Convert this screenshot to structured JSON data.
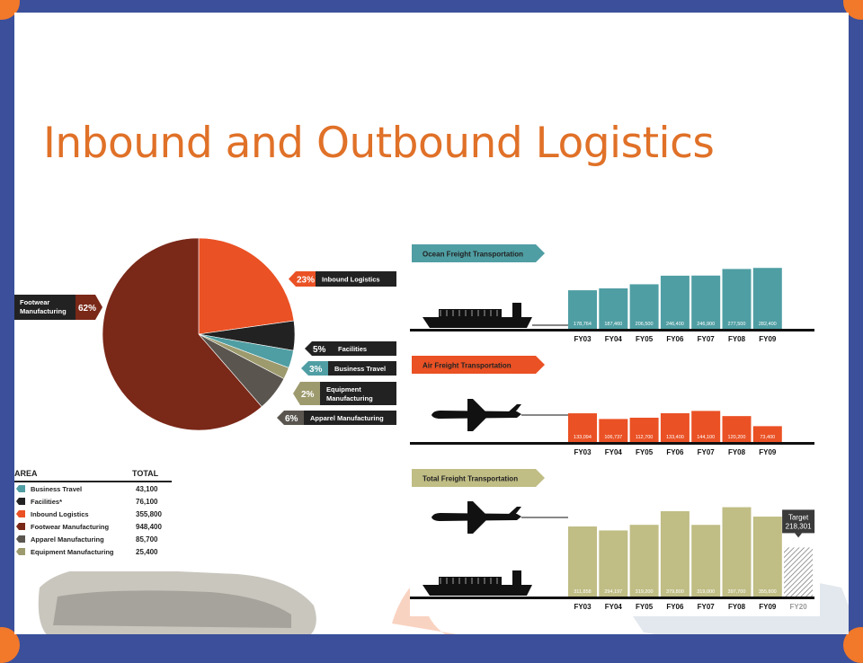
{
  "slide": {
    "title": "Inbound and Outbound Logistics",
    "frame_color": "#3b4f9a",
    "accent_color": "#f2782a",
    "title_color": "#e07128"
  },
  "chart_data": [
    {
      "type": "pie",
      "title": "",
      "slices": [
        {
          "name": "Inbound Logistics",
          "label": "Inbound Logistics",
          "percent": 23,
          "display": "23%",
          "color": "#ea5124"
        },
        {
          "name": "Facilities",
          "label": "Facilities",
          "percent": 5,
          "display": "5%",
          "color": "#222222"
        },
        {
          "name": "Business Travel",
          "label": "Business Travel",
          "percent": 3,
          "display": "3%",
          "color": "#4f9ea3"
        },
        {
          "name": "Equipment Manufacturing",
          "label": "Equipment Manufacturing",
          "percent": 2,
          "display": "2%",
          "color": "#9d9a6e"
        },
        {
          "name": "Apparel Manufacturing",
          "label": "Apparel Manufacturing",
          "percent": 6,
          "display": "6%",
          "color": "#5a564f"
        },
        {
          "name": "Footwear Manufacturing",
          "label": "Footwear Manufacturing",
          "percent": 62,
          "display": "62%",
          "color": "#7a2818"
        }
      ],
      "table": {
        "headers": [
          "AREA",
          "TOTAL"
        ],
        "rows": [
          {
            "area": "Business Travel",
            "total": "43,100",
            "color": "#4f9ea3"
          },
          {
            "area": "Facilities*",
            "total": "76,100",
            "color": "#222222"
          },
          {
            "area": "Inbound Logistics",
            "total": "355,800",
            "color": "#ea5124"
          },
          {
            "area": "Footwear Manufacturing",
            "total": "948,400",
            "color": "#7a2818"
          },
          {
            "area": "Apparel Manufacturing",
            "total": "85,700",
            "color": "#5a564f"
          },
          {
            "area": "Equipment Manufacturing",
            "total": "25,400",
            "color": "#9d9a6e"
          }
        ]
      }
    },
    {
      "type": "bar",
      "title": "Ocean Freight Transportation",
      "color": "#4f9ea3",
      "categories": [
        "FY03",
        "FY04",
        "FY05",
        "FY06",
        "FY07",
        "FY08",
        "FY09"
      ],
      "values": [
        178764,
        187460,
        206500,
        246400,
        246900,
        277500,
        282400
      ],
      "labels": [
        "178,764",
        "187,460",
        "206,500",
        "246,400",
        "246,900",
        "277,500",
        "282,400"
      ],
      "ylim": [
        0,
        300000
      ]
    },
    {
      "type": "bar",
      "title": "Air Freight Transportation",
      "color": "#ea5124",
      "categories": [
        "FY03",
        "FY04",
        "FY05",
        "FY06",
        "FY07",
        "FY08",
        "FY09"
      ],
      "values": [
        133094,
        106737,
        112700,
        133400,
        144100,
        120200,
        73400
      ],
      "labels": [
        "133,094",
        "106,737",
        "112,700",
        "133,400",
        "144,100",
        "120,200",
        "73,400"
      ],
      "ylim": [
        0,
        300000
      ]
    },
    {
      "type": "bar",
      "title": "Total Freight Transportation",
      "color": "#c0bd85",
      "categories": [
        "FY03",
        "FY04",
        "FY05",
        "FY06",
        "FY07",
        "FY08",
        "FY09",
        "FY20"
      ],
      "values": [
        311858,
        294197,
        319200,
        379800,
        319000,
        397700,
        355800,
        218301
      ],
      "labels": [
        "311,858",
        "294,197",
        "319,200",
        "379,800",
        "319,000",
        "397,700",
        "355,800",
        ""
      ],
      "target": {
        "label": "Target",
        "value_label": "218,301"
      },
      "ylim": [
        0,
        400000
      ]
    }
  ]
}
